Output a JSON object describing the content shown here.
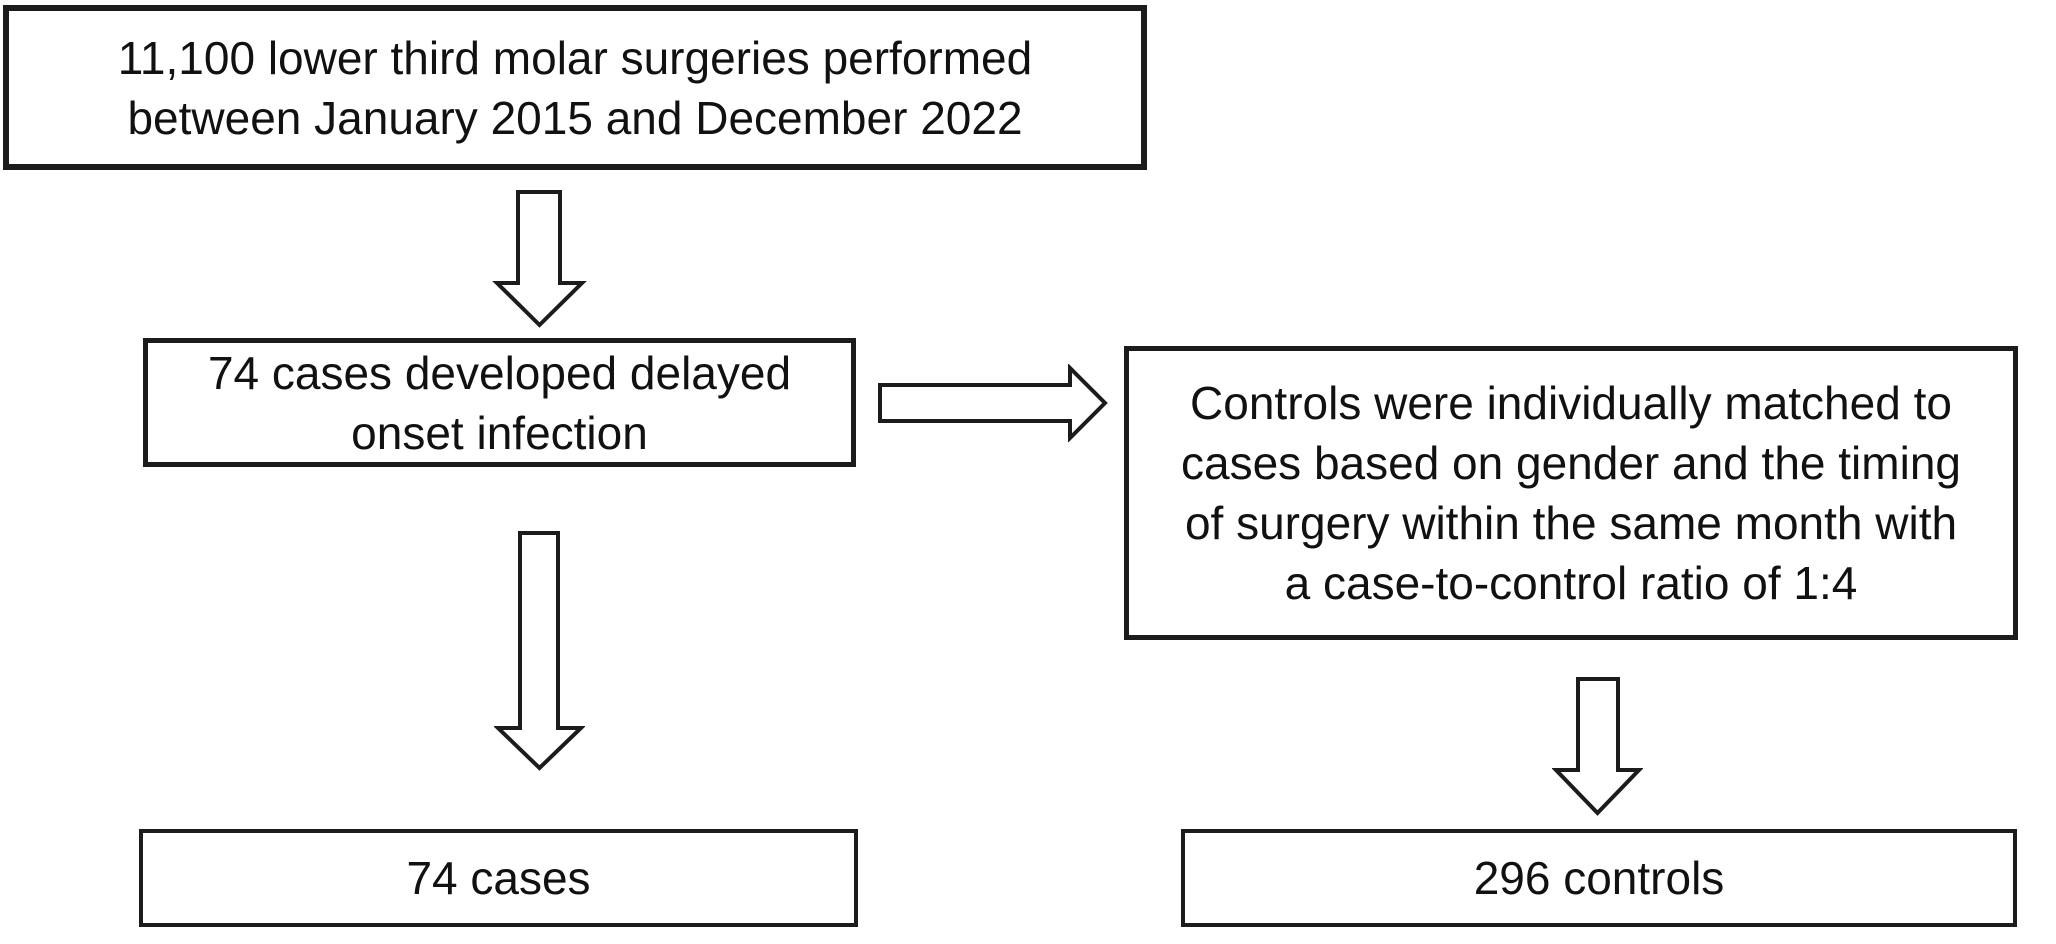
{
  "figure": {
    "type": "flowchart",
    "description": "Case-control study patient selection flow diagram"
  },
  "colors": {
    "background": "#ffffff",
    "box_fill": "#ffffff",
    "outline": "#1c1c1c",
    "text": "#111111"
  },
  "icons": {
    "down_block_arrow": "hollow outlined block arrow pointing down",
    "right_block_arrow": "hollow outlined block arrow pointing right"
  },
  "boxes": {
    "total_surgeries": {
      "lines": [
        "11,100 lower third molar surgeries performed",
        "between January 2015 and December 2022"
      ]
    },
    "cases_infection": {
      "lines": [
        "74 cases developed delayed",
        "onset infection"
      ]
    },
    "controls_matching": {
      "lines": [
        "Controls were individually matched to",
        "cases based on gender and the timing",
        "of surgery within the same month with",
        "a case-to-control ratio of 1:4"
      ]
    },
    "cases_final": {
      "label": "74 cases"
    },
    "controls_final": {
      "label": "296 controls"
    }
  }
}
